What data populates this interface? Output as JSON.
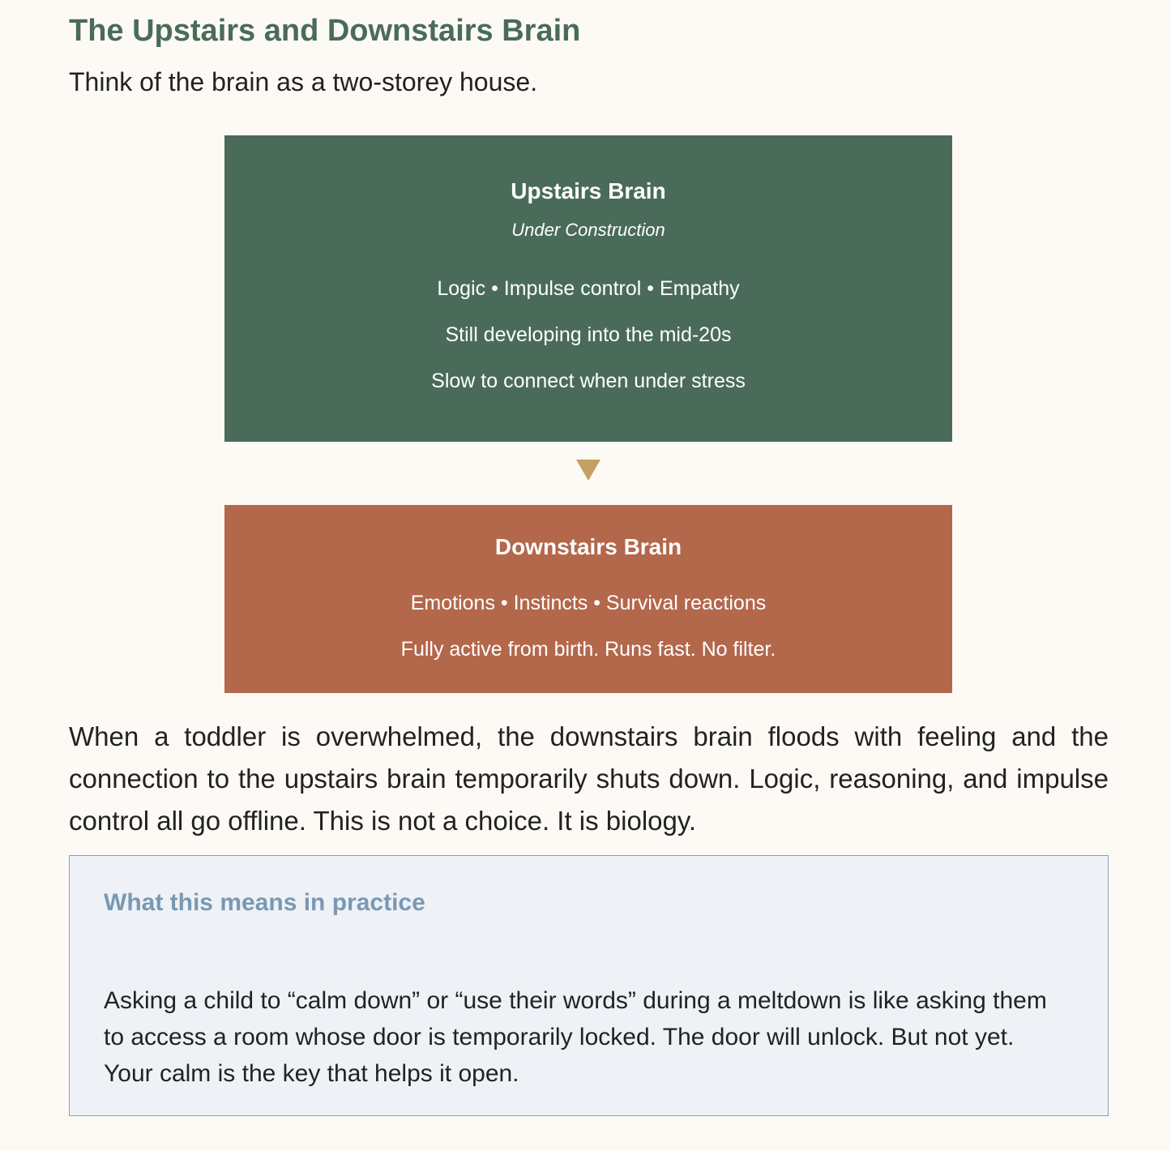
{
  "title": "The Upstairs and Downstairs Brain",
  "intro": "Think of the brain as a two-storey house.",
  "upstairs": {
    "heading": "Upstairs Brain",
    "subheading": "Under Construction",
    "lines": [
      "Logic • Impulse control • Empathy",
      "Still developing into the mid-20s",
      "Slow to connect when under stress"
    ],
    "color": "#4a6b5a"
  },
  "downstairs": {
    "heading": "Downstairs Brain",
    "lines": [
      "Emotions • Instincts • Survival reactions",
      "Fully active from birth. Runs fast. No filter."
    ],
    "color": "#b3674b"
  },
  "arrow": {
    "icon": "down-triangle-icon",
    "color": "#c4a063"
  },
  "body": "When a toddler is overwhelmed, the downstairs brain floods with feeling and the connection to the upstairs brain temporarily shuts down. Logic, reasoning, and impulse control all go offline. This is not a choice. It is biology.",
  "callout": {
    "heading": "What this means in practice",
    "text": "Asking a child to “calm down” or “use their words” during a meltdown is like asking them to access a room whose door is temporarily locked. The door will unlock. But not yet. Your calm is the key that helps it open."
  }
}
